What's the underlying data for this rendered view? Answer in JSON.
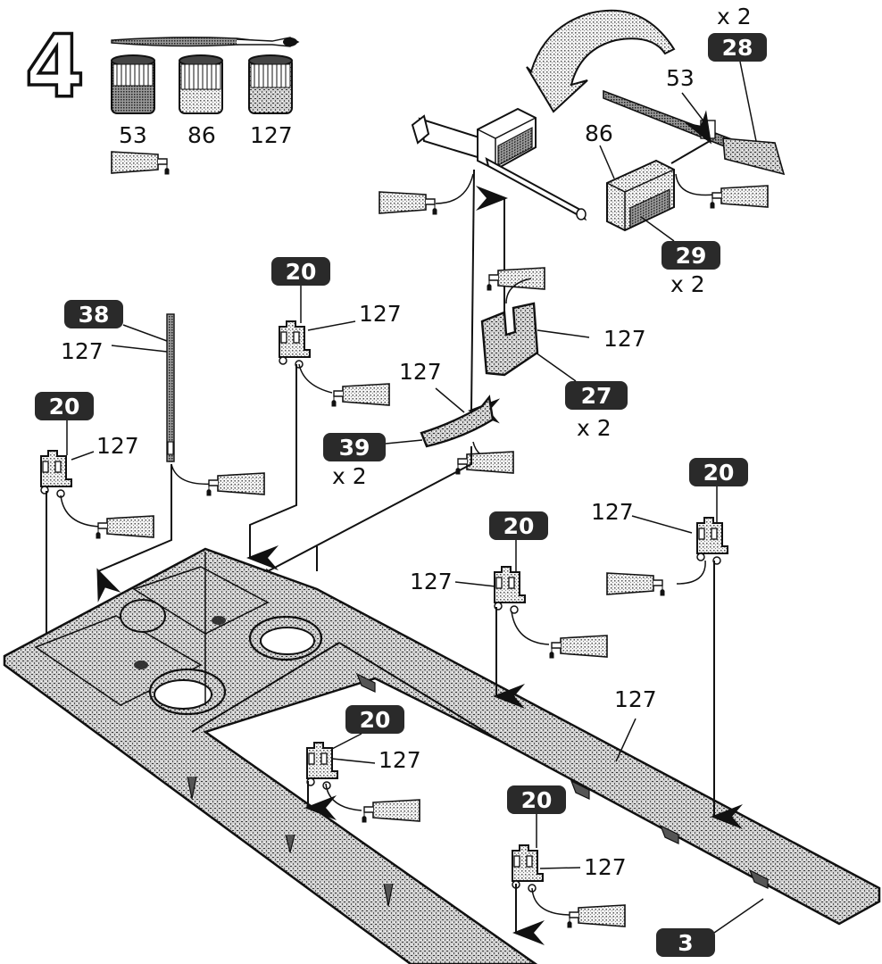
{
  "step": {
    "number": "4"
  },
  "paints": [
    {
      "code": "53",
      "shade": "dark"
    },
    {
      "code": "86",
      "shade": "light"
    },
    {
      "code": "127",
      "shade": "medium"
    }
  ],
  "tools": {
    "brush": "paint-brush-icon",
    "glue": "glue-tube-icon"
  },
  "parts": {
    "p28": {
      "number": "28",
      "qty": "x 2"
    },
    "p29": {
      "number": "29",
      "qty": "x 2"
    },
    "p27": {
      "number": "27",
      "qty": "x 2"
    },
    "p39": {
      "number": "39",
      "qty": "x 2"
    },
    "p38": {
      "number": "38"
    },
    "p20": {
      "number": "20"
    },
    "p3": {
      "number": "3"
    }
  },
  "callouts": {
    "c53": "53",
    "c86": "86",
    "c127": "127"
  }
}
